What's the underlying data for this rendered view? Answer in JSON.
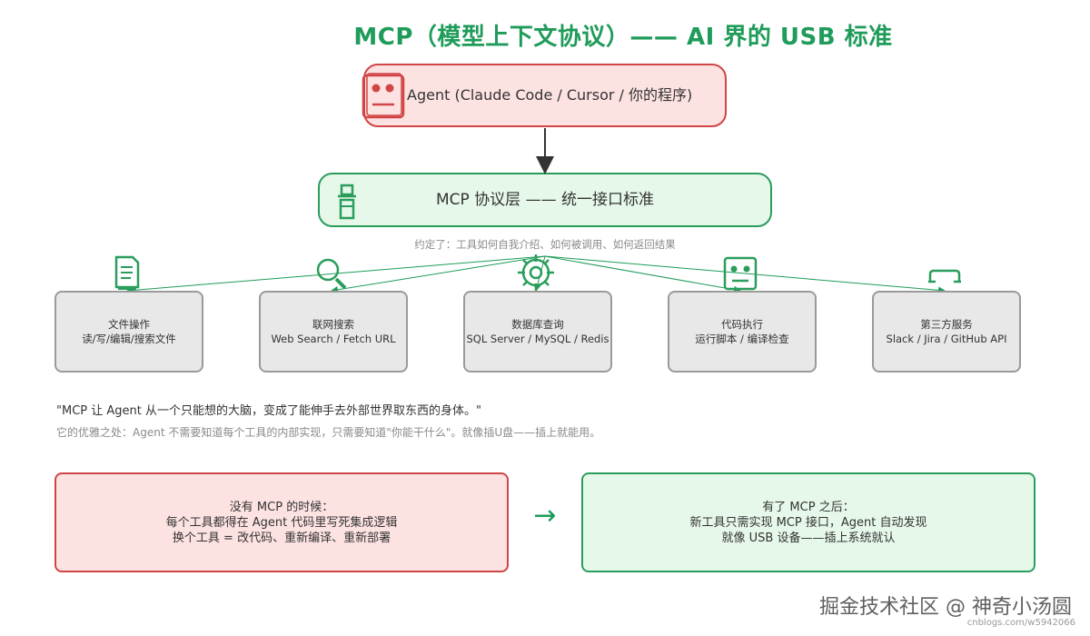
{
  "title": "MCP（模型上下文协议）—— AI 界的 USB 标准",
  "agent": {
    "label": "Agent (Claude Code / Cursor / 你的程序)",
    "icon": "robot-icon"
  },
  "protocol": {
    "label": "MCP 协议层 —— 统一接口标准",
    "icon": "usb-plug-icon",
    "note": "约定了：工具如何自我介绍、如何被调用、如何返回结果"
  },
  "tools": [
    {
      "name": "文件操作",
      "desc": "读/写/编辑/搜索文件",
      "icon": "document-icon"
    },
    {
      "name": "联网搜索",
      "desc": "Web Search / Fetch URL",
      "icon": "magnifier-icon"
    },
    {
      "name": "数据库查询",
      "desc": "SQL Server / MySQL / Redis",
      "icon": "database-icon"
    },
    {
      "name": "代码执行",
      "desc": "运行脚本 / 编译检查",
      "icon": "robot-face-icon"
    },
    {
      "name": "第三方服务",
      "desc": "Slack / Jira / GitHub API",
      "icon": "plug-icon"
    }
  ],
  "quote": "\"MCP 让 Agent 从一个只能想的大脑，变成了能伸手去外部世界取东西的身体。\"",
  "subquote": "它的优雅之处：Agent 不需要知道每个工具的内部实现，只需要知道\"你能干什么\"。就像插U盘——插上就能用。",
  "before": {
    "line1": "没有 MCP 的时候：",
    "line2": "每个工具都得在 Agent 代码里写死集成逻辑",
    "line3": "换个工具 = 改代码、重新编译、重新部署"
  },
  "after": {
    "line1": "有了 MCP 之后：",
    "line2": "新工具只需实现 MCP 接口，Agent 自动发现",
    "line3": "就像 USB 设备——插上系统就认"
  },
  "arrow": "→",
  "watermark": "掘金技术社区 @ 神奇小汤圆",
  "watermark_url": "cnblogs.com/w5942066",
  "colors": {
    "accent": "#1f9b5a",
    "red": "#d04545",
    "green": "#2a9d5c",
    "gray": "#9a9a9a"
  }
}
